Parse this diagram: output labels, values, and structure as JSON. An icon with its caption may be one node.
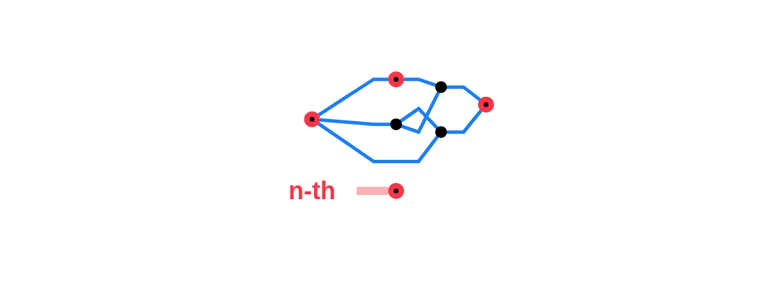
{
  "diagram": {
    "nodes": [
      {
        "text": [],
        "shape": "circle"
      },
      {
        "text": [],
        "shape": "circle"
      },
      {
        "text": [],
        "shape": "circle"
      },
      {
        "text": [],
        "shape": "circle"
      },
      {
        "text": [],
        "shape": "circle"
      },
      {
        "text": [],
        "shape": "circle"
      },
      {
        "text": [],
        "shape": "circle"
      },
      {
        "text": [
          "n-th"
        ]
      }
    ],
    "edges": [
      {
        "from": 0,
        "to": 1,
        "arrow": "none"
      },
      {
        "from": 0,
        "to": 2,
        "arrow": "none"
      },
      {
        "from": 0,
        "to": 3,
        "arrow": "none"
      },
      {
        "from": 2,
        "to": 3,
        "arrow": "none"
      },
      {
        "from": 1,
        "to": 5,
        "arrow": "none"
      },
      {
        "from": 2,
        "to": 5,
        "arrow": "none"
      },
      {
        "from": 5,
        "to": 6,
        "arrow": "none"
      },
      {
        "from": 3,
        "to": 6,
        "arrow": "none"
      },
      {
        "from": 7,
        "to": 4,
        "arrow": "to",
        "style": "thick",
        "color": "#f9b3b8"
      }
    ]
  }
}
